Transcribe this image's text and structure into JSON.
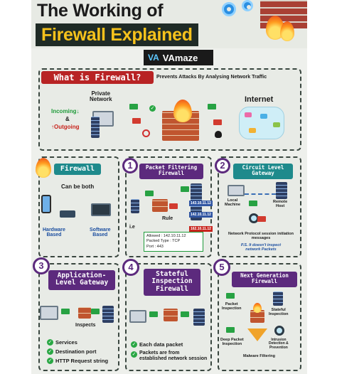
{
  "header": {
    "title_line1": "The Working of",
    "title_line2": "Firewall Explained",
    "brand": "VAmaze",
    "brand_logo": "VA"
  },
  "what": {
    "tag": "What is Firewall?",
    "subtitle": "Prevents Attacks By Analysing Network Traffic",
    "private_network": "Private\nNetwork",
    "internet": "Internet",
    "incoming": "Incoming↓",
    "amp": "&",
    "outgoing": "↑Outgoing"
  },
  "firewall_panel": {
    "tag": "Firewall",
    "can_be_both": "Can be both",
    "hardware": "Hardware\nBased",
    "software": "Software\nBased"
  },
  "packet_filtering": {
    "number": "1",
    "tag": "Packet Filtering\nFirewall",
    "rule": "Rule",
    "ie": "i.e",
    "ip_top": "143.10.11.12",
    "ip_mid": "142.10.11.12",
    "ip_bottom": "162.10.11.12",
    "allowed": "Allowed : 142.10.11.12",
    "packet_type": "Packed Type : TCP",
    "port": "Port : 443"
  },
  "circuit_level": {
    "number": "2",
    "tag": "Circuit Level\nGateway",
    "local_machine": "Local\nMachine",
    "remote_host": "Remote\nHost",
    "session_msgs": "Network Protocol session initiation messages",
    "ps": "P.S. It doesn't inspect\nnetwork Packets"
  },
  "app_level": {
    "number": "3",
    "tag": "Application-\nLevel Gateway",
    "inspects": "Inspects",
    "items": [
      "Services",
      "Destination port",
      "HTTP Request string"
    ]
  },
  "stateful": {
    "number": "4",
    "tag": "Stateful\nInspection\nFirewall",
    "items": [
      "Each data packet",
      "Packets are from established network session"
    ]
  },
  "next_gen": {
    "number": "5",
    "tag": "Next Generation\nFirewall",
    "packet_inspection": "Packet\nInspection",
    "stateful_inspection": "Stateful\nInspection",
    "deep_packet": "Deep Packet\nInspection",
    "intrusion": "Intrusion\nDetection &\nPrevention",
    "malware": "Malware Filtering"
  },
  "colors": {
    "accent_red": "#b82324",
    "accent_teal": "#1e8a8c",
    "accent_purple": "#5c2a7d",
    "title_yellow": "#f6c21c",
    "check_green": "#29a744"
  },
  "icons": [
    "gear-icon",
    "brick-wall-icon",
    "flame-icon",
    "envelope-icon",
    "check-icon",
    "deny-icon",
    "skull-icon",
    "server-icon",
    "monitor-icon",
    "cloud-icon",
    "lens-icon",
    "funnel-icon"
  ]
}
